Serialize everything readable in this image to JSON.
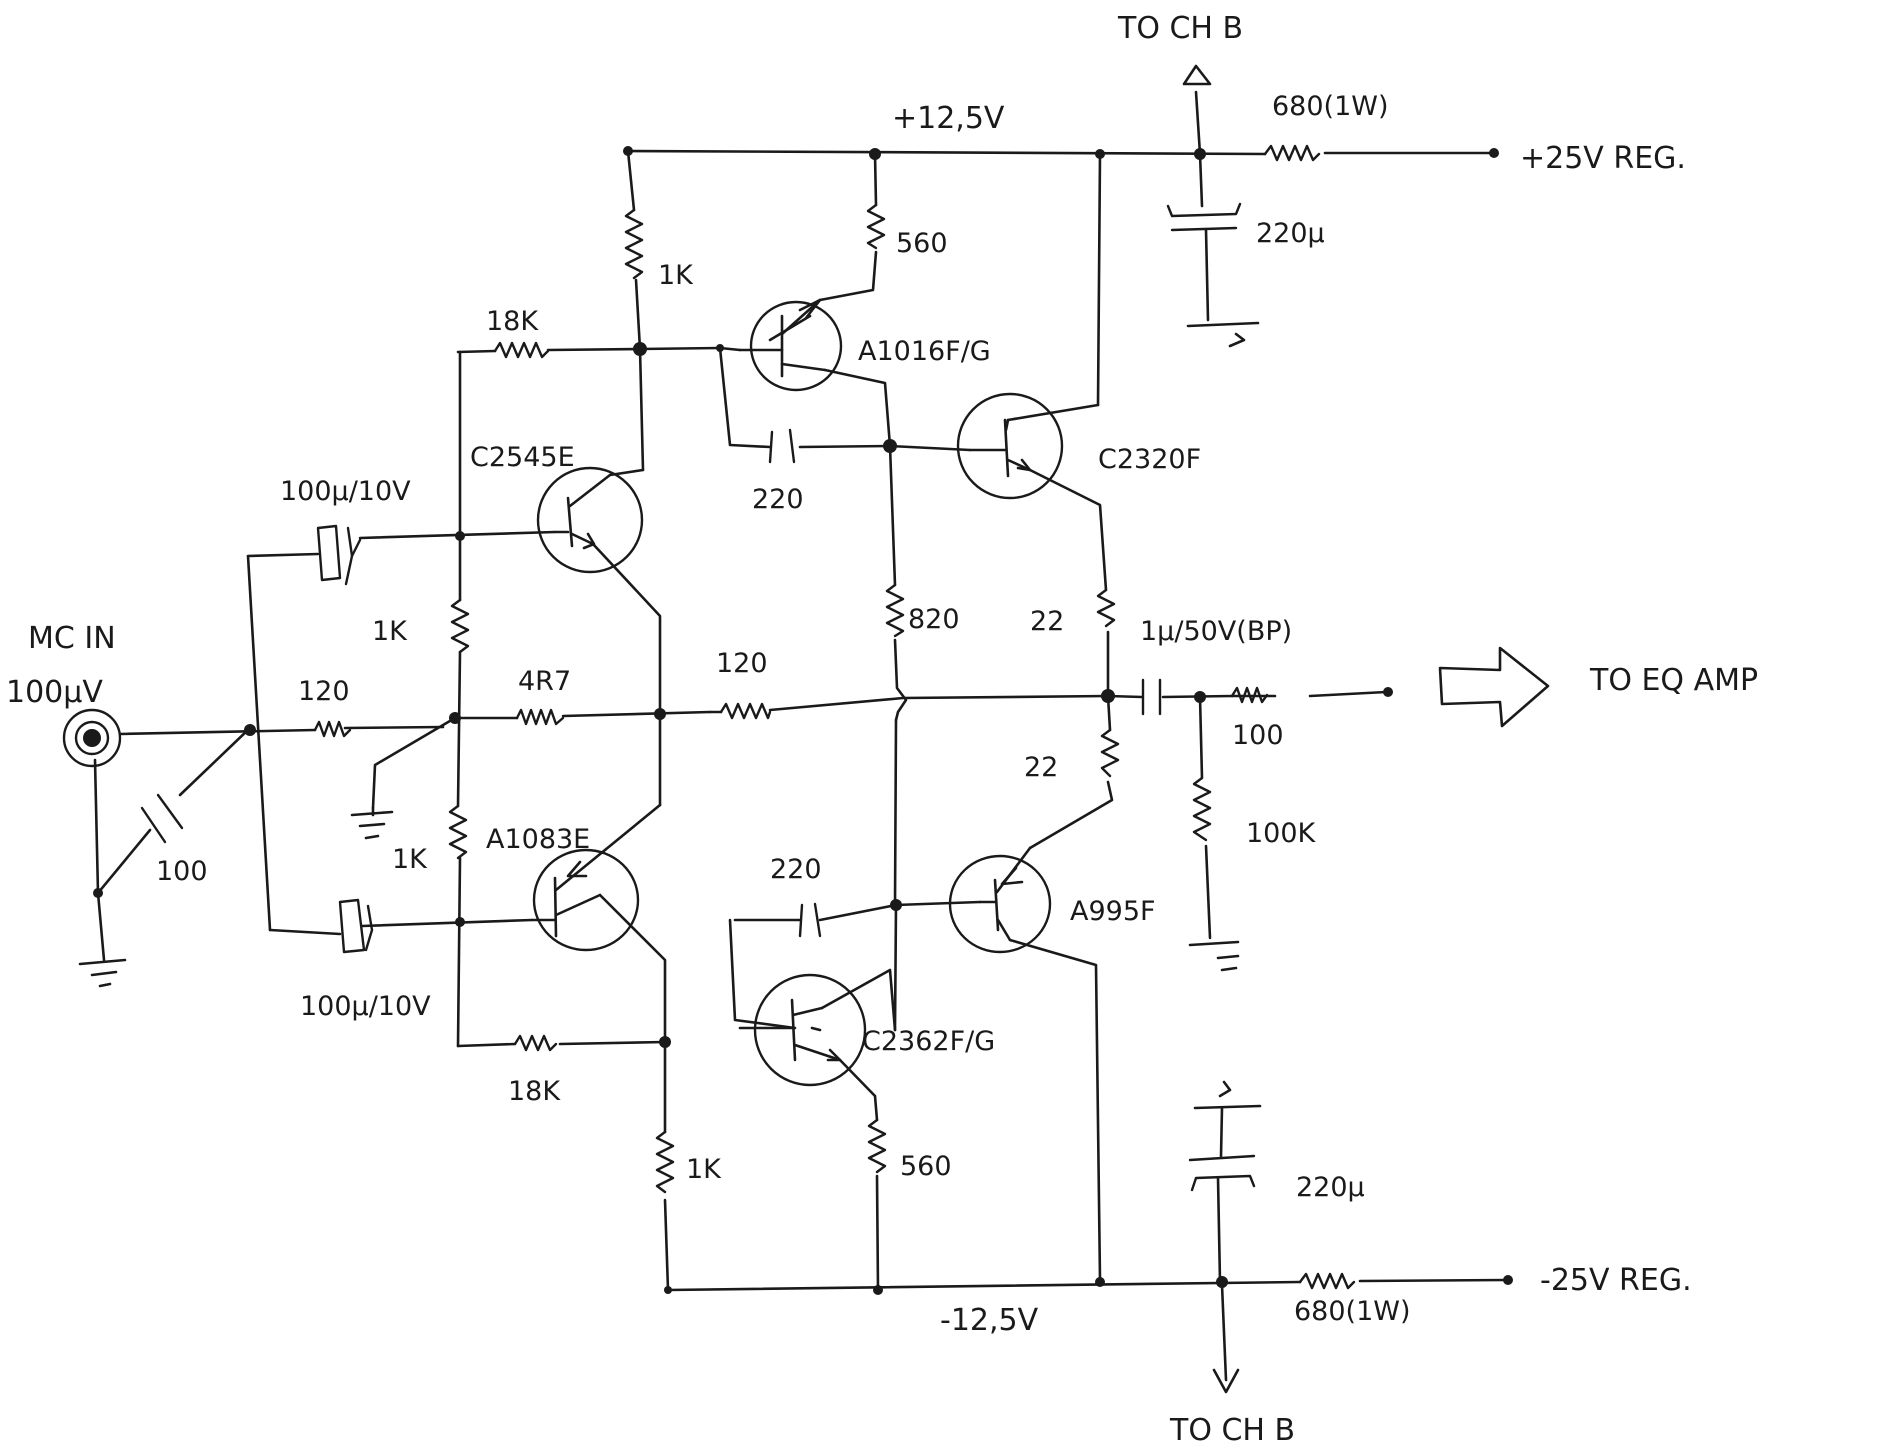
{
  "labels": {
    "to_ch_b_top": "TO CH B",
    "to_ch_b_bottom": "TO CH B",
    "pos_rail": "+12,5V",
    "neg_rail": "-12,5V",
    "pos_supply": "+25V REG.",
    "neg_supply": "-25V REG.",
    "input_name": "MC IN",
    "input_level": "100μV",
    "output_name": "TO EQ AMP"
  },
  "components": {
    "r_drop_top": "680(1W)",
    "r_drop_bot": "680(1W)",
    "c_rail_top": "220μ",
    "c_rail_bot": "220μ",
    "r_1k_top": "1K",
    "r_560_top": "560",
    "r_18k_top": "18K",
    "q_a1016": "A1016F/G",
    "q_c2320": "C2320F",
    "q_c2545": "C2545E",
    "c_100u_top": "100μ/10V",
    "c_220p_top": "220",
    "r_1k_mid_top": "1K",
    "r_820": "820",
    "r_22_top": "22",
    "c_out": "1μ/50V(BP)",
    "r_120_in": "120",
    "r_4r7": "4R7",
    "r_120_fb": "120",
    "r_100_out": "100",
    "c_in_100": "100",
    "r_22_bot": "22",
    "r_1k_mid_bot": "1K",
    "q_a1083": "A1083E",
    "r_100k": "100K",
    "c_220p_bot": "220",
    "q_a995": "A995F",
    "c_100u_bot": "100μ/10V",
    "q_c2362": "C2362F/G",
    "r_18k_bot": "18K",
    "r_1k_bot": "1K",
    "r_560_bot": "560"
  }
}
